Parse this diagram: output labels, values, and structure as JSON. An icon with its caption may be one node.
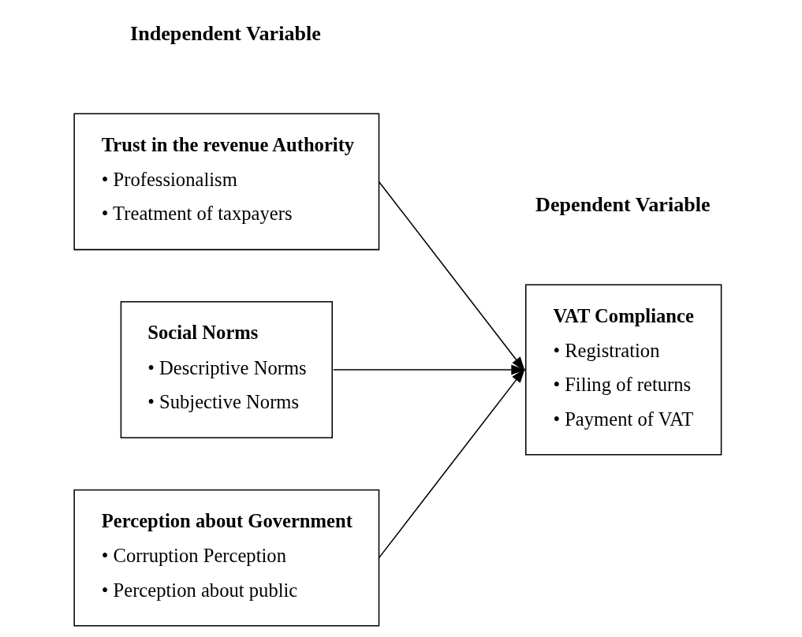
{
  "diagram": {
    "nodes": [
      {
        "text": [
          "Trust in the revenue Authority",
          "• Professionalism",
          "• Treatment of taxpayers"
        ]
      },
      {
        "text": [
          "Social Norms",
          "• Descriptive Norms",
          "• Subjective Norms"
        ]
      },
      {
        "text": [
          "Perception about Government",
          "• Corruption Perception",
          "• Perception about public"
        ]
      },
      {
        "text": [
          "VAT Compliance",
          "• Registration",
          "• Filing of returns",
          "• Payment of VAT"
        ]
      }
    ],
    "edges": [
      {
        "from": 0,
        "to": 3,
        "arrow": "to"
      },
      {
        "from": 1,
        "to": 3,
        "arrow": "to"
      },
      {
        "from": 2,
        "to": 3,
        "arrow": "to"
      }
    ],
    "labels": [
      "Independent Variable",
      "Dependent Variable"
    ]
  }
}
